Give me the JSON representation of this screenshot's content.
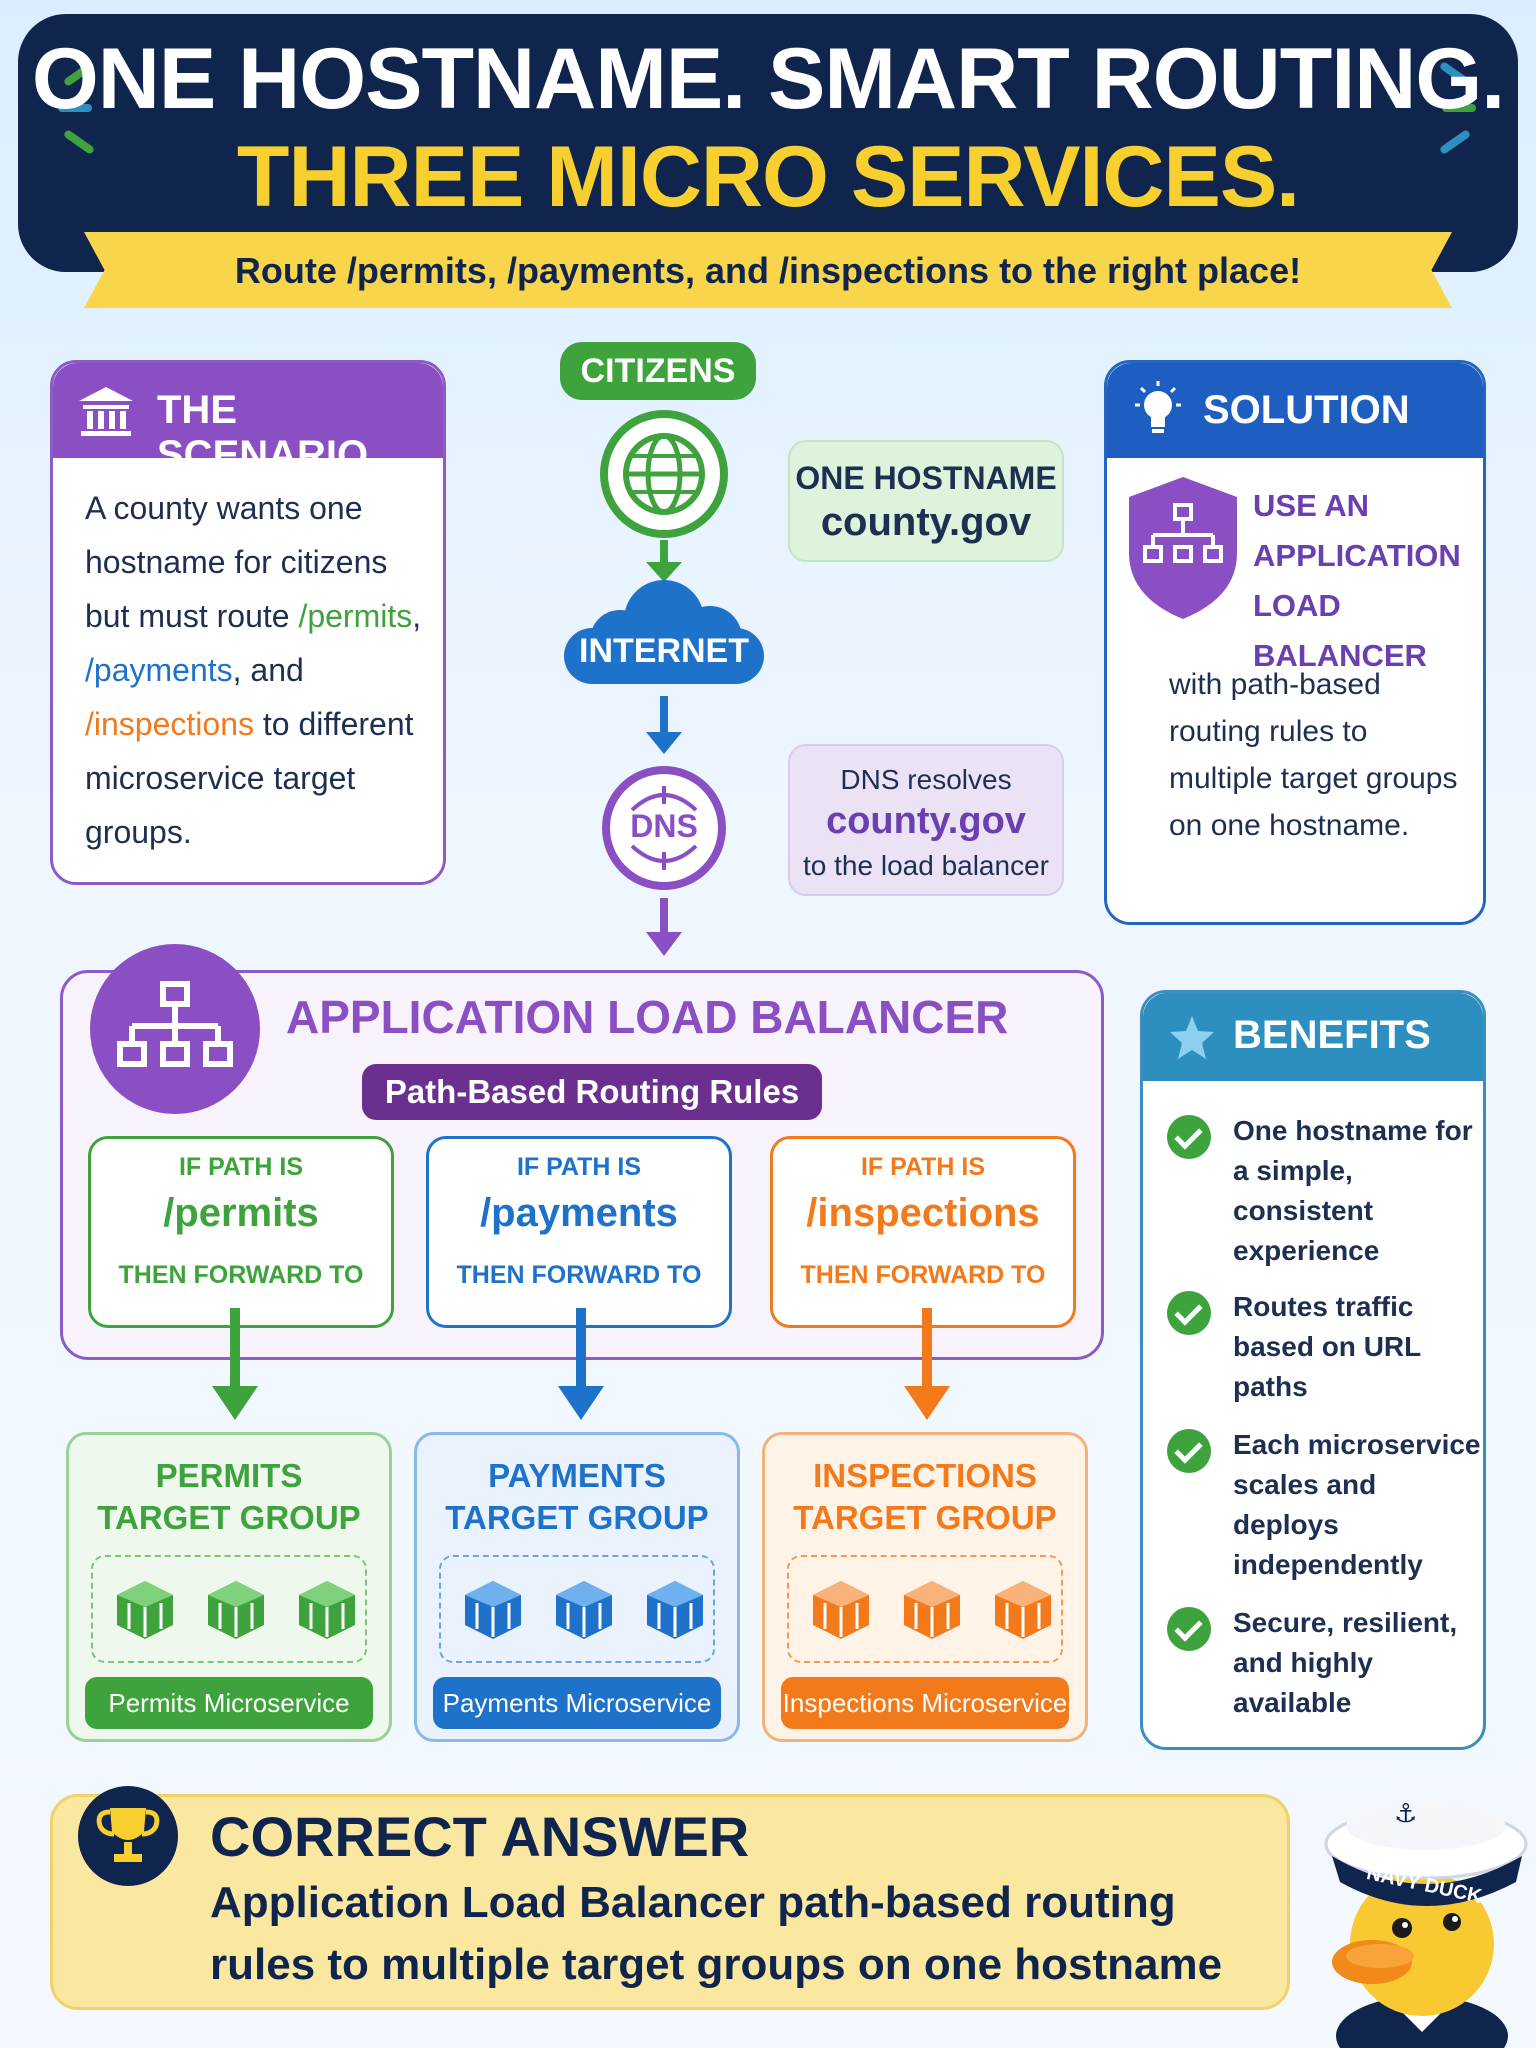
{
  "header": {
    "line1": "ONE HOSTNAME. SMART ROUTING.",
    "line2": "THREE MICRO SERVICES.",
    "ribbon": "Route /permits, /payments, and /inspections to the right place!"
  },
  "scenario": {
    "title": "THE SCENARIO",
    "text_a": "A county wants one hostname for citizens but must route ",
    "path1": "/permits",
    "sep1": ", ",
    "path2": "/payments",
    "sep2": ", and ",
    "path3": "/inspections",
    "text_b": " to different microservice target groups."
  },
  "flow": {
    "citizens": "CITIZENS",
    "internet": "INTERNET",
    "dns": "DNS",
    "host_bubble": {
      "line1": "ONE HOSTNAME",
      "line2": "county.gov"
    },
    "dns_bubble": {
      "line1": "DNS resolves",
      "line2": "county.gov",
      "line3": "to the load balancer"
    }
  },
  "solution": {
    "title": "SOLUTION",
    "use": [
      "USE AN",
      "APPLICATION",
      "LOAD BALANCER"
    ],
    "body": "with path-based routing rules to multiple target groups on one hostname."
  },
  "alb": {
    "title": "APPLICATION LOAD BALANCER",
    "subtitle": "Path-Based Routing Rules",
    "rules": [
      {
        "if": "IF PATH IS",
        "path": "/permits",
        "then": "THEN FORWARD TO"
      },
      {
        "if": "IF PATH IS",
        "path": "/payments",
        "then": "THEN FORWARD TO"
      },
      {
        "if": "IF PATH IS",
        "path": "/inspections",
        "then": "THEN FORWARD TO"
      }
    ]
  },
  "target_groups": [
    {
      "title1": "PERMITS",
      "title2": "TARGET GROUP",
      "service": "Permits Microservice"
    },
    {
      "title1": "PAYMENTS",
      "title2": "TARGET GROUP",
      "service": "Payments Microservice"
    },
    {
      "title1": "INSPECTIONS",
      "title2": "TARGET GROUP",
      "service": "Inspections Microservice"
    }
  ],
  "benefits": {
    "title": "BENEFITS",
    "items": [
      "One hostname for a simple, consistent experience",
      "Routes traffic based on URL paths",
      "Each microservice scales and deploys independently",
      "Secure, resilient, and highly available"
    ]
  },
  "answer": {
    "title": "CORRECT ANSWER",
    "body": "Application Load Balancer path-based routing rules to multiple target groups on one hostname"
  },
  "mascot": {
    "hat_text": "NAVY DUCK"
  },
  "colors": {
    "navy": "#10254d",
    "yellow": "#f7cf2e",
    "purple": "#8b4fc4",
    "green": "#3ea33d",
    "blue": "#1f72c9",
    "orange": "#f27a1a",
    "teal": "#2d8fbf"
  }
}
